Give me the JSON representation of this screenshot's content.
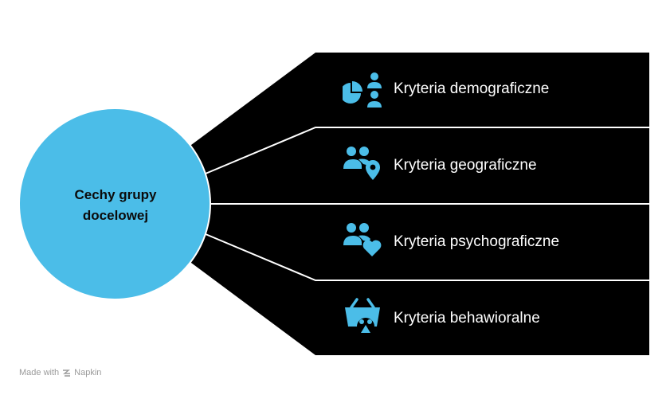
{
  "hub": {
    "line1": "Cechy grupy",
    "line2": "docelowej",
    "color": "#4bbde8"
  },
  "rows": [
    {
      "label": "Kryteria demograficzne",
      "icon": "demographics-icon"
    },
    {
      "label": "Kryteria geograficzne",
      "icon": "people-location-icon"
    },
    {
      "label": "Kryteria psychograficzne",
      "icon": "people-heart-icon"
    },
    {
      "label": "Kryteria behawioralne",
      "icon": "basket-behavior-icon"
    }
  ],
  "colors": {
    "panel": "#000000",
    "icon": "#4bbde8",
    "divider": "#ffffff"
  },
  "footer": {
    "made_with": "Made with",
    "brand": "Napkin"
  }
}
